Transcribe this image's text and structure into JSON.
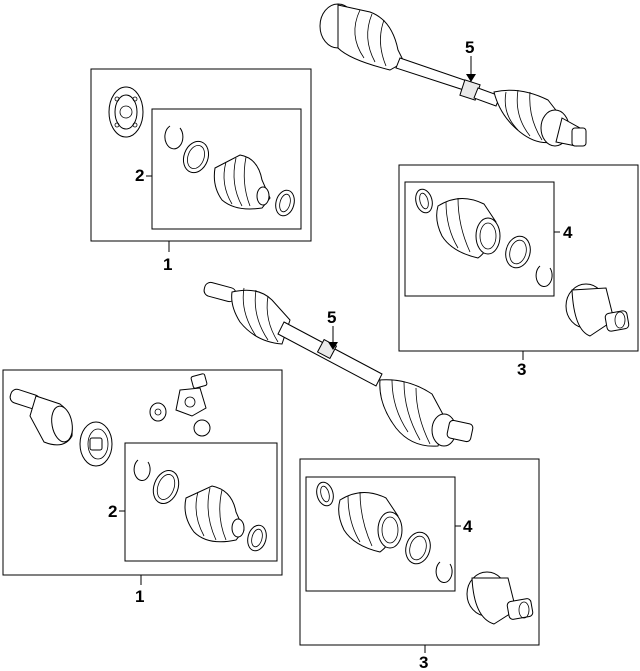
{
  "callouts": {
    "c1_top": "1",
    "c2_top": "2",
    "c5_top": "5",
    "c4_right": "4",
    "c3_right": "3",
    "c5_mid": "5",
    "c1_bottom": "1",
    "c2_bottom": "2",
    "c4_bottom": "4",
    "c3_bottom": "3"
  }
}
